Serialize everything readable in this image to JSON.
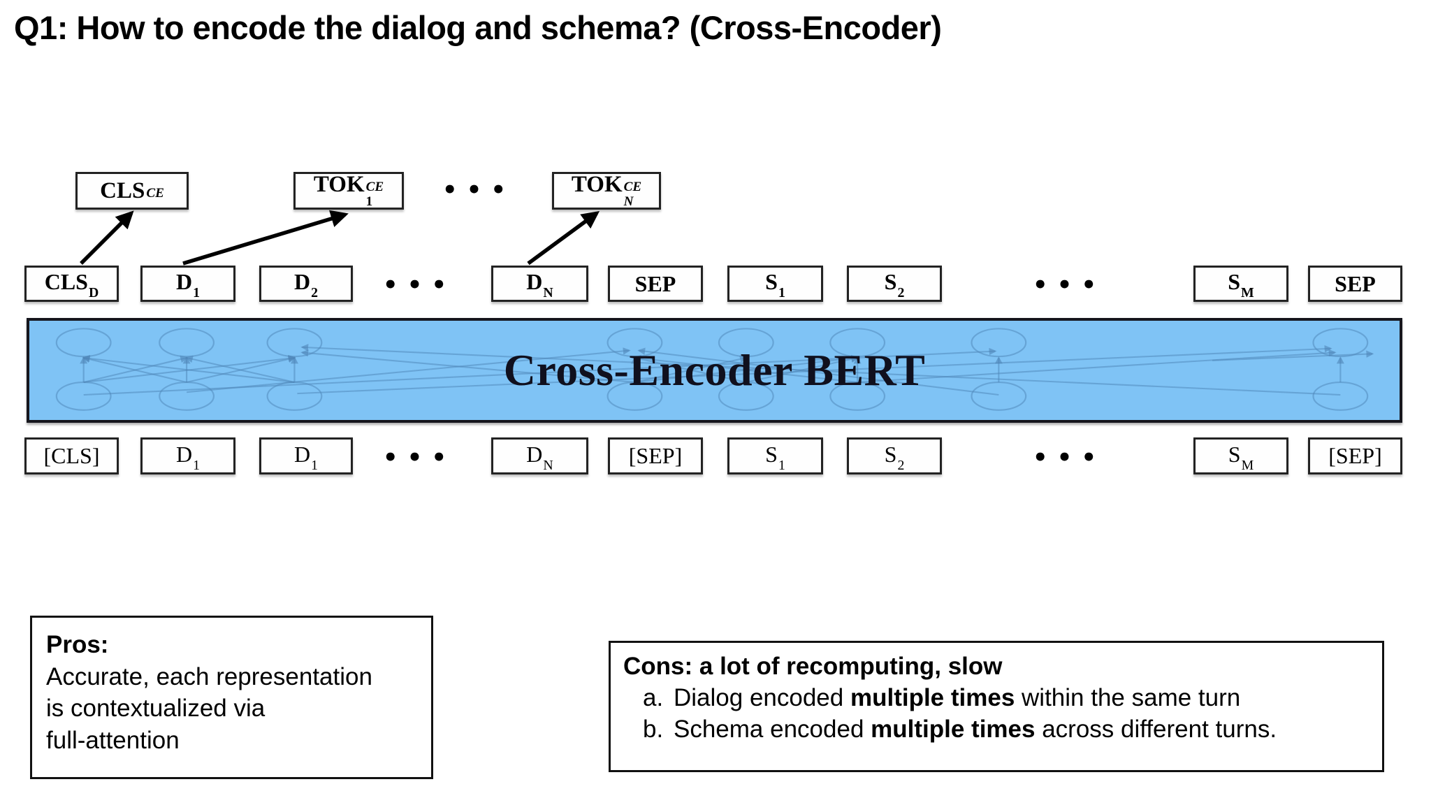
{
  "title": "Q1: How to encode the dialog and schema? (Cross-Encoder)",
  "diagram": {
    "encoder_label": "Cross-Encoder BERT",
    "ellipsis": "•••",
    "outputs": [
      {
        "base": "CLS",
        "sup": "CE"
      },
      {
        "base": "TOK",
        "sup": "CE",
        "sub": "1"
      },
      {
        "base": "TOK",
        "sup": "CE",
        "sub": "N"
      }
    ],
    "middle_tokens": [
      {
        "base": "CLS",
        "sub": "D"
      },
      {
        "base": "D",
        "sub": "1"
      },
      {
        "base": "D",
        "sub": "2"
      },
      {
        "base": "D",
        "sub": "N"
      },
      {
        "base": "SEP"
      },
      {
        "base": "S",
        "sub": "1"
      },
      {
        "base": "S",
        "sub": "2"
      },
      {
        "base": "S",
        "sub": "M"
      },
      {
        "base": "SEP"
      }
    ],
    "input_tokens": [
      {
        "base": "[CLS]"
      },
      {
        "base": "D",
        "sub": "1"
      },
      {
        "base": "D",
        "sub": "1"
      },
      {
        "base": "D",
        "sub": "N"
      },
      {
        "base": "[SEP]"
      },
      {
        "base": "S",
        "sub": "1"
      },
      {
        "base": "S",
        "sub": "2"
      },
      {
        "base": "S",
        "sub": "M"
      },
      {
        "base": "[SEP]"
      }
    ]
  },
  "pros": {
    "heading": "Pros:",
    "body": "Accurate, each representation\nis contextualized via\nfull-attention"
  },
  "cons": {
    "heading": "Cons: a lot of recomputing, slow",
    "items": [
      {
        "label": "a.",
        "pre": "Dialog encoded ",
        "bold": "multiple times",
        "post": " within the same turn"
      },
      {
        "label": "b.",
        "pre": "Schema encoded ",
        "bold": "multiple times",
        "post": " across different turns."
      }
    ]
  },
  "colors": {
    "encoder_fill": "#7FC3F5",
    "encoder_text": "#10101E",
    "attention_line": "#4E86B8",
    "box_border": "#232323"
  }
}
